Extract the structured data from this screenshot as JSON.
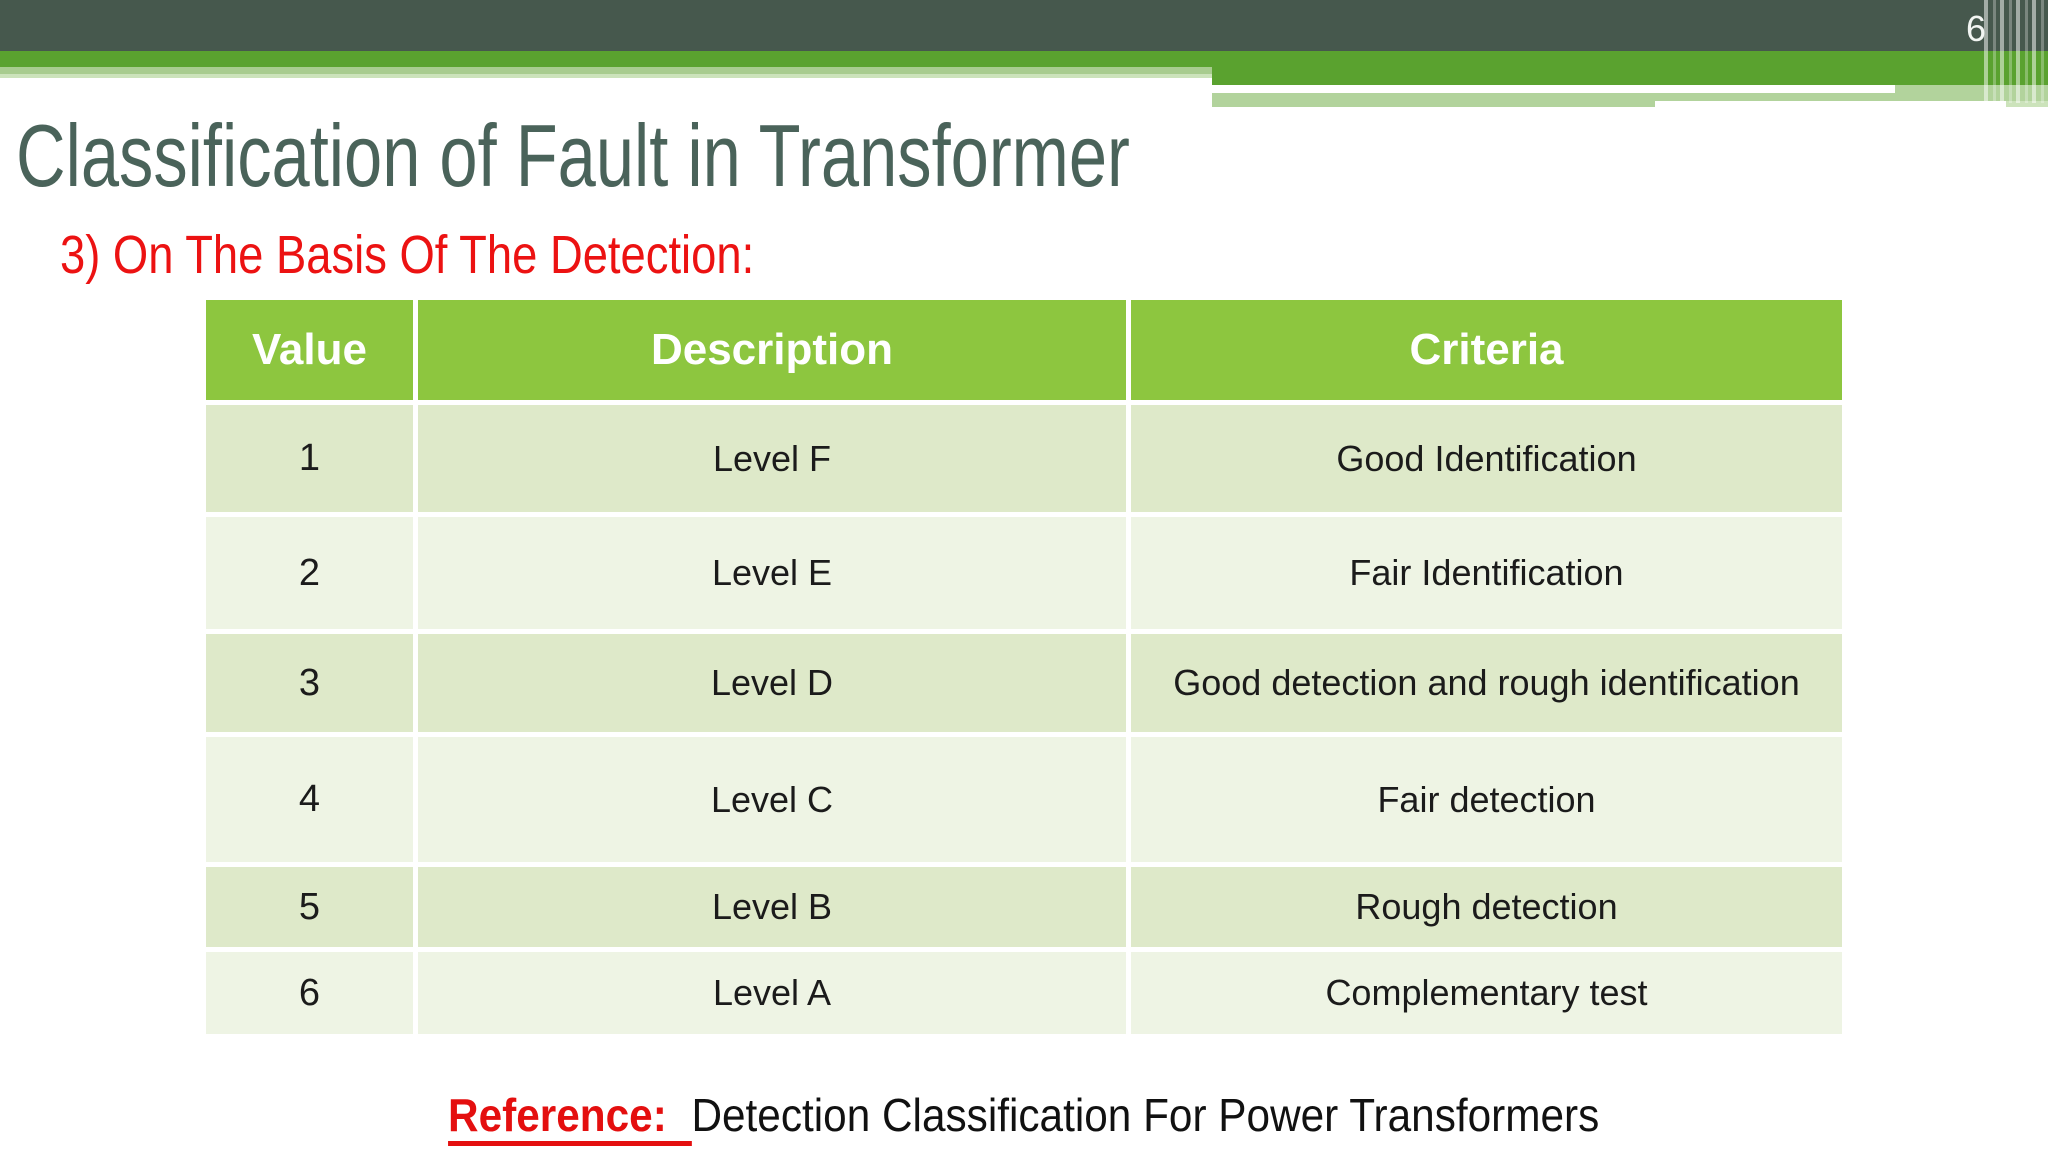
{
  "page": {
    "number": "6"
  },
  "title": "Classification of Fault in Transformer",
  "subtitle": "3) On The Basis Of The Detection:",
  "table": {
    "headers": [
      "Value",
      "Description",
      "Criteria"
    ],
    "rows": [
      [
        "1",
        "Level F",
        "Good Identification"
      ],
      [
        "2",
        "Level E",
        "Fair Identification"
      ],
      [
        "3",
        "Level D",
        "Good detection and rough identification"
      ],
      [
        "4",
        "Level C",
        "Fair detection"
      ],
      [
        "5",
        "Level B",
        "Rough detection"
      ],
      [
        "6",
        "Level A",
        "Complementary test"
      ]
    ]
  },
  "reference": {
    "label": "Reference: ",
    "text": "Detection Classification For Power Transformers"
  },
  "colors": {
    "top_bar_dark": "#46584d",
    "accent_green": "#5aa22f",
    "table_header_green": "#8dc63f",
    "row_dark": "#dee9c9",
    "row_light": "#eef4e4",
    "title_text": "#4a635a",
    "subtitle_red": "#ec1212",
    "pale_band": "#b2d39c"
  }
}
